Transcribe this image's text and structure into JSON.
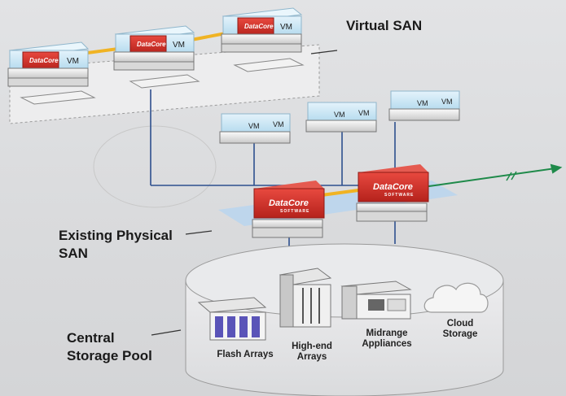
{
  "labels": {
    "virtual_san": "Virtual SAN",
    "existing_physical_san_line1": "Existing Physical",
    "existing_physical_san_line2": "SAN",
    "central_storage_pool_line1": "Central",
    "central_storage_pool_line2": "Storage Pool",
    "vm": "VM",
    "datacore": "DataCore",
    "datacore_sub": "SOFTWARE"
  },
  "storage_items": [
    {
      "line1": "Flash Arrays",
      "line2": ""
    },
    {
      "line1": "High-end",
      "line2": "Arrays"
    },
    {
      "line1": "Midrange",
      "line2": "Appliances"
    },
    {
      "line1": "Cloud",
      "line2": "Storage"
    }
  ],
  "colors": {
    "datacore_red": "#d4322a",
    "vm_blue": "#c9e4f3",
    "link_orange": "#f0b323",
    "line_blue": "#2d4f8e",
    "arrow_green": "#1f8a4a",
    "pool_fill": "#e4e5e7"
  }
}
